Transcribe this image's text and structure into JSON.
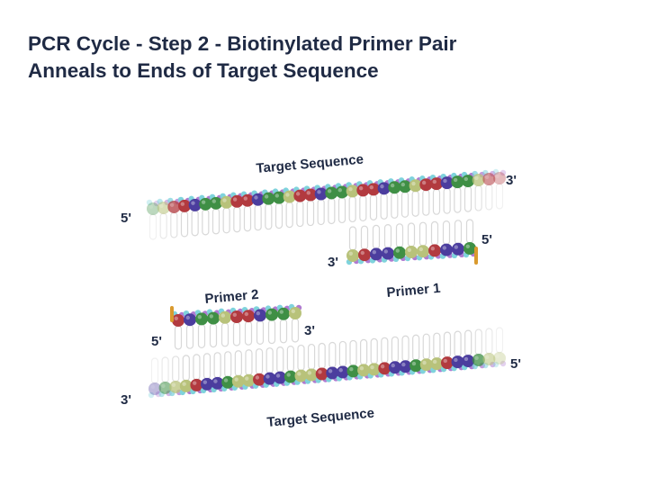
{
  "title": {
    "line1": "PCR Cycle - Step 2 - Biotinylated Primer Pair",
    "line2": "Anneals to Ends of Target Sequence"
  },
  "labels": {
    "target_top": "Target Sequence",
    "target_bottom": "Target Sequence",
    "primer1": "Primer 1",
    "primer2": "Primer 2",
    "top_strand_5": "5'",
    "top_strand_3": "3'",
    "primer1_5": "5'",
    "primer1_3": "3'",
    "primer2_5": "5'",
    "primer2_3": "3'",
    "bottom_strand_5": "5'",
    "bottom_strand_3": "3'"
  },
  "colors": {
    "title": "#1f2a44",
    "backbone_cyan": "#7fd3dc",
    "backbone_purple": "#b07ad1",
    "base_green": "#3f8f45",
    "base_purple": "#4b3d9e",
    "base_red": "#b23a3f",
    "base_olive": "#b8c27a",
    "biotin": "#d99a2e",
    "rung": "#d8d8d8"
  },
  "icons": {
    "dna_strand": "double-helix-strand",
    "biotin_tag": "biotin-tag"
  }
}
